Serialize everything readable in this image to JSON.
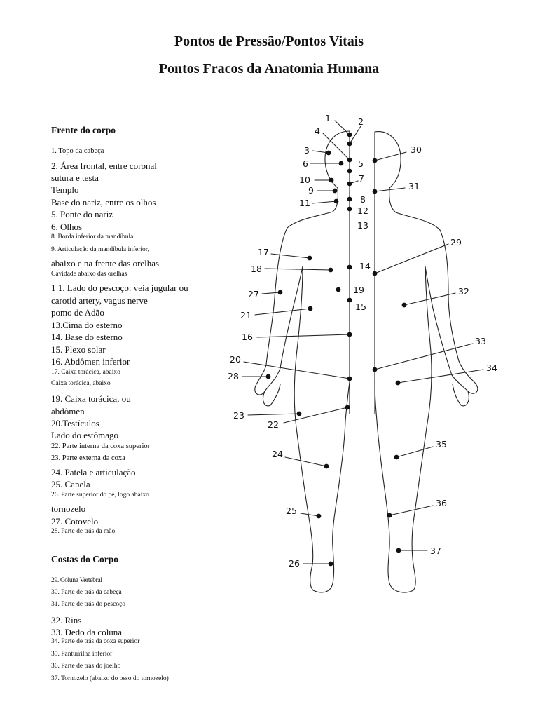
{
  "title_line1": "Pontos de Pressão/Pontos Vitais",
  "title_line2": "Pontos Fracos da Anatomia Humana",
  "front_heading": "Frente do corpo",
  "back_heading": "Costas do Corpo",
  "front_items": [
    "1. Topo da cabeça",
    "2. Área frontal, entre coronal",
    "sutura e testa",
    "Templo",
    "Base do nariz, entre os olhos",
    "5. Ponte do nariz",
    "6. Olhos",
    "8. Borda inferior da mandíbula",
    "9. Articulação da mandíbula inferior,",
    "abaixo e na frente das orelhas",
    "Cavidade abaixo das orelhas",
    "1 1. Lado do pescoço: veia jugular ou",
    "carotid artery, vagus nerve",
    "pomo de Adão",
    "13.Cima do esterno",
    "14. Base do esterno",
    "15. Plexo solar",
    "16. Abdômen inferior",
    "17. Caixa torácica, abaixo",
    "Caixa torácica, abaixo",
    "19. Caixa torácica, ou",
    "abdômen",
    "20.Testículos",
    "Lado do estômago",
    "22. Parte interna da coxa superior",
    "23. Parte externa da coxa",
    "24. Patela e articulação",
    "25. Canela",
    "26. Parte superior do pé, logo abaixo",
    "tornozelo",
    "27. Cotovelo",
    "28. Parte de trás da mão"
  ],
  "back_items": [
    "29. Coluna Vertebral",
    "30. Parte de trás da cabeça",
    "31. Parte de trás do pescoço",
    "32. Rins",
    "33. Dedo da coluna",
    "34. Parte de trás da coxa superior",
    "35. Panturrilha inferior",
    "36. Parte de trás do joelho",
    "37. Tornozelo (abaixo do osso do tornozelo)"
  ],
  "diagram_numbers": [
    "1",
    "2",
    "3",
    "4",
    "5",
    "6",
    "7",
    "8",
    "9",
    "10",
    "11",
    "12",
    "13",
    "14",
    "15",
    "16",
    "17",
    "18",
    "19",
    "20",
    "21",
    "22",
    "23",
    "24",
    "25",
    "26",
    "27",
    "28",
    "29",
    "30",
    "31",
    "32",
    "33",
    "34",
    "35",
    "36",
    "37"
  ]
}
